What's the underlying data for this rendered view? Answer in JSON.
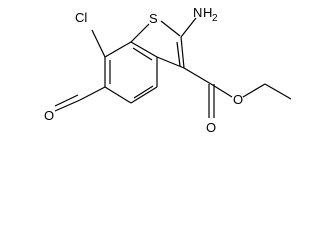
{
  "molecule": {
    "atom_labels": {
      "chlorine": "Cl",
      "sulfur": "S",
      "amino_n": "N",
      "amino_h": "H",
      "amino_h_count": "2",
      "aldehyde_o": "O",
      "carbonyl_o": "O",
      "ester_o": "O"
    }
  },
  "colors": {
    "line": "#000000",
    "background": "#ffffff"
  }
}
